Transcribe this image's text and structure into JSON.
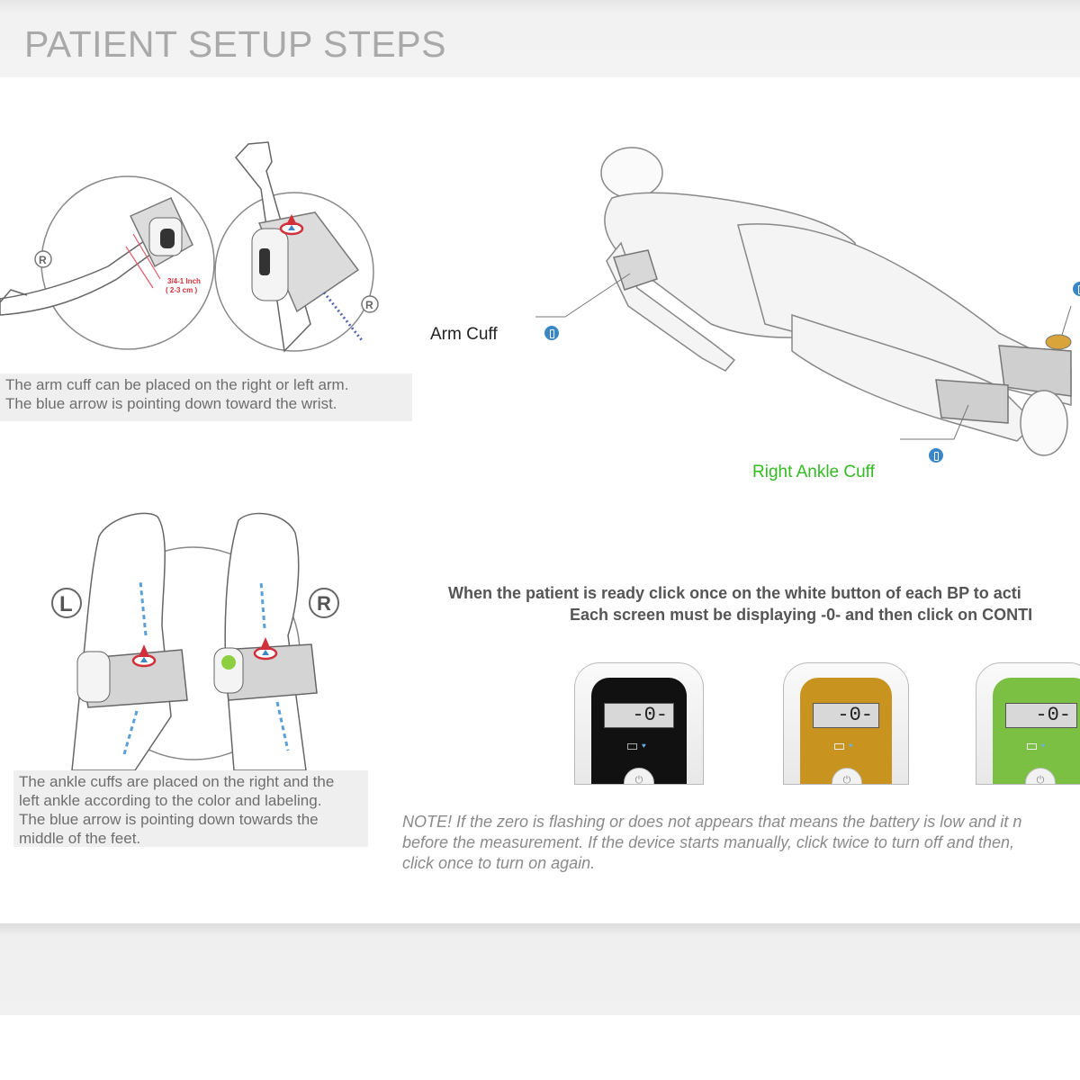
{
  "page": {
    "title": "PATIENT SETUP STEPS"
  },
  "arm_section": {
    "marker_r": "R",
    "measure_label": "3/4-1 Inch",
    "measure_label_cm": "( 2-3 cm )",
    "caption": [
      "The arm cuff can be placed on the right or left arm.",
      "The blue arrow is pointing down toward the wrist."
    ]
  },
  "body_diagram": {
    "arm_cuff_label": "Arm Cuff",
    "right_ankle_label": "Right Ankle Cuff",
    "colors": {
      "arm_label": "#222222",
      "right_ankle_label": "#33bb22",
      "bluetooth": "#3b86c4"
    }
  },
  "ankle_section": {
    "marker_l": "L",
    "marker_r": "R",
    "caption": [
      "The ankle cuffs are placed on the right and the",
      "left ankle according to the color and labeling.",
      "The blue arrow is pointing down towards the",
      "middle of the feet."
    ]
  },
  "instructions": {
    "line1": "When the patient is ready click once on the white button of each BP to acti",
    "line2": "Each screen must be displaying -0- and then click on CONTI"
  },
  "devices": [
    {
      "name": "arm-device",
      "color": "#111111",
      "display": "-0-"
    },
    {
      "name": "left-ankle-device",
      "color": "#c8941f",
      "display": "-0-"
    },
    {
      "name": "right-ankle-device",
      "color": "#7bc043",
      "display": "-0-"
    }
  ],
  "note": [
    "NOTE! If the zero is flashing or does not appears that means the battery is low and it n",
    "before the measurement. If the device starts manually, click twice to turn off and then,",
    "click once to turn on again."
  ],
  "icons": [
    "bluetooth-icon",
    "power-button-icon",
    "battery-icon",
    "heart-icon",
    "red-arrow-icon"
  ]
}
